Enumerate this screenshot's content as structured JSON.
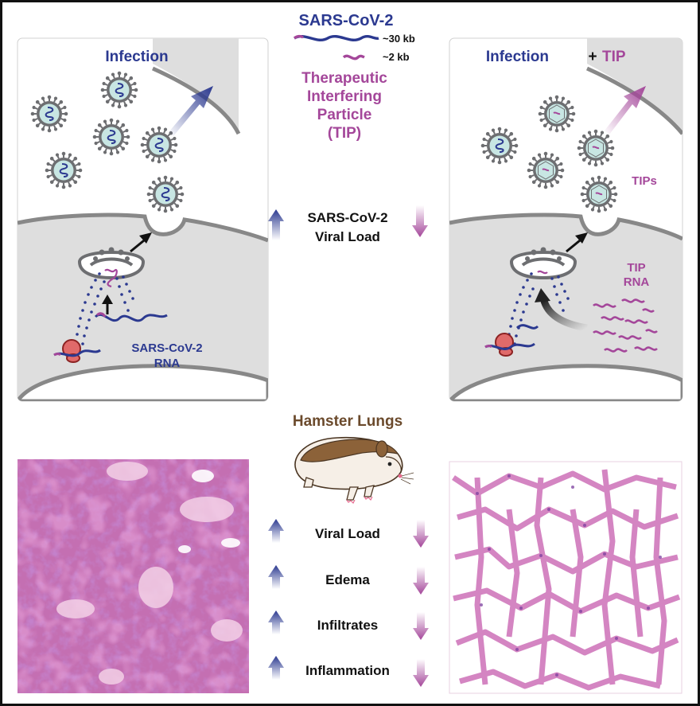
{
  "title": "SARS-CoV-2",
  "legend": {
    "long_rna": "~30 kb",
    "short_rna": "~2 kb",
    "tip_name": [
      "Therapeutic",
      "Interfering",
      "Particle",
      "(TIP)"
    ]
  },
  "left_panel": {
    "heading": "Infection",
    "rna_label": [
      "SARS-CoV-2",
      "RNA"
    ]
  },
  "right_panel": {
    "heading_a": "Infection",
    "heading_plus": "+",
    "heading_b": "TIP",
    "tips_label": "TIPs",
    "tip_rna_label": [
      "TIP",
      "RNA"
    ]
  },
  "center_metric": [
    "SARS-CoV-2",
    "Viral Load"
  ],
  "organism_label": "Hamster Lungs",
  "lung_metrics": [
    "Viral Load",
    "Edema",
    "Infiltrates",
    "Inflammation"
  ],
  "colors": {
    "navy": "#2b3990",
    "magenta": "#a4479a",
    "brown": "#6b4a2c",
    "cell_gray": "#dcdcdc",
    "he_pink": "#e6a8d2"
  }
}
